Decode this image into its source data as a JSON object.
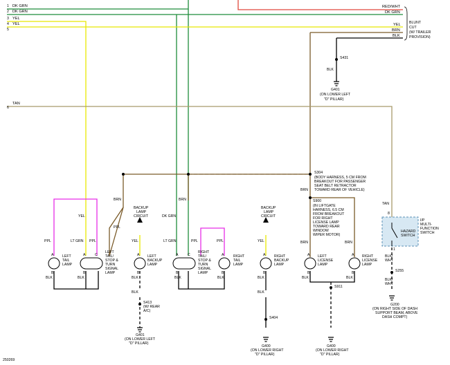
{
  "wire_colors": {
    "red": "#e0483c",
    "green": "#1e8c3a",
    "yellow": "#e8e800",
    "tan": "#a89a6a",
    "brown": "#7a5a28",
    "pink": "#e62ce6",
    "black": "#000000",
    "gray_dash": "#bbbbbb",
    "switch_fill": "#d7e8f3",
    "switch_border": "#5a8fb5"
  },
  "left_edge": {
    "c1": "DK GRN",
    "c2": "DK GRN",
    "c3": "YEL",
    "c4": "YEL",
    "c5": "TAN",
    "pin1": "1",
    "pin2": "2",
    "pin3": "3",
    "pin4": "4",
    "pin5": "5",
    "pin6": "6"
  },
  "right_edge": {
    "red_wht": "RED/WHT",
    "dk_grn": "DK GRN",
    "yel": "YEL",
    "brn": "BRN",
    "blk": "BLK",
    "blunt": "BLUNT",
    "cut": "CUT",
    "w_trailer": "(W/ TRAILER",
    "provision": "PROVISION)",
    "pin8": "8"
  },
  "splices": {
    "s431": "S431",
    "blk": "BLK",
    "g401_top": "G401",
    "g401_top_loc1": "(ON LOWER LEFT",
    "g401_top_loc2": "\"D\" PILLAR)",
    "s304": "S304",
    "s304_n1": "(BODY HARNESS, 5 CM FROM",
    "s304_n2": "BREAKOUT FOR PASSENGER",
    "s304_n3": "SEAT BELT RETRACTOR",
    "s304_n4": "TOWARD REAR OF VEHICLE)",
    "s900": "S900",
    "s900_n1": "(IN LIFTGATE",
    "s900_n2": "HARNESS, 6.5 CM",
    "s900_n3": "FROM BREAKOUT",
    "s900_n4": "FOR RIGHT",
    "s900_n5": "LICENSE LAMP",
    "s900_n6": "TOWARD REAR",
    "s900_n7": "WINDOW",
    "s900_n8": "WIPER MOTOR)",
    "s413": "S413",
    "s413_n1": "(W/ REAR",
    "s413_n2": "A/C)",
    "g401_bot": "G401",
    "g401_bot_loc1": "(ON LOWER LEFT",
    "g401_bot_loc2": "\"D\" PILLAR)",
    "s404": "S404",
    "g400a": "G400",
    "g400a_loc1": "(ON LOWER RIGHT",
    "g400a_loc2": "\"D\" PILLAR)",
    "s911": "S911",
    "g400b": "G400",
    "g400b_loc1": "(ON LOWER RIGHT",
    "g400b_loc2": "\"D\" PILLAR)",
    "s255": "S255",
    "g200": "G200",
    "g200_loc1": "(ON RIGHT SIDE OF DASH",
    "g200_loc2": "SUPPORT BEAM, ABOVE",
    "g200_loc3": "DASH COMPT)"
  },
  "components": {
    "left_tail": [
      "LEFT",
      "TAIL",
      "LAMP"
    ],
    "left_stop": [
      "LEFT",
      "TAIL/",
      "STOP &",
      "TURN",
      "SIGNAL",
      "LAMP"
    ],
    "left_backup": [
      "LEFT",
      "BACKUP",
      "LAMP"
    ],
    "right_stop": [
      "RIGHT",
      "TAIL/",
      "STOP &",
      "TURN",
      "SIGNAL",
      "LAMP"
    ],
    "right_tail": [
      "RIGHT",
      "TAIL",
      "LAMP"
    ],
    "right_backup": [
      "RIGHT",
      "BACKUP",
      "LAMP"
    ],
    "left_license": [
      "LEFT",
      "LICENSE",
      "LAMP"
    ],
    "right_license": [
      "RIGHT",
      "LICENSE",
      "LAMP"
    ],
    "backup_circuit": [
      "BACKUP",
      "LAMP",
      "CIRCUIT"
    ],
    "ip_switch": [
      "I/P",
      "MULTI-",
      "FUNCTION",
      "SWITCH"
    ],
    "hazard": [
      "HAZARD",
      "SWITCH"
    ]
  },
  "wire_labels": {
    "ppl": "PPL",
    "yel": "YEL",
    "lt_grn": "LT GRN",
    "dk_grn": "DK GRN",
    "brn": "BRN",
    "blk": "BLK",
    "tan": "TAN",
    "blk_wht": "BLK/",
    "wht": "WHT",
    "pin_a": "A",
    "pin_b": "B",
    "pin_c": "C",
    "pin_1": "1",
    "pin_8": "8"
  },
  "figure_id": "250269"
}
